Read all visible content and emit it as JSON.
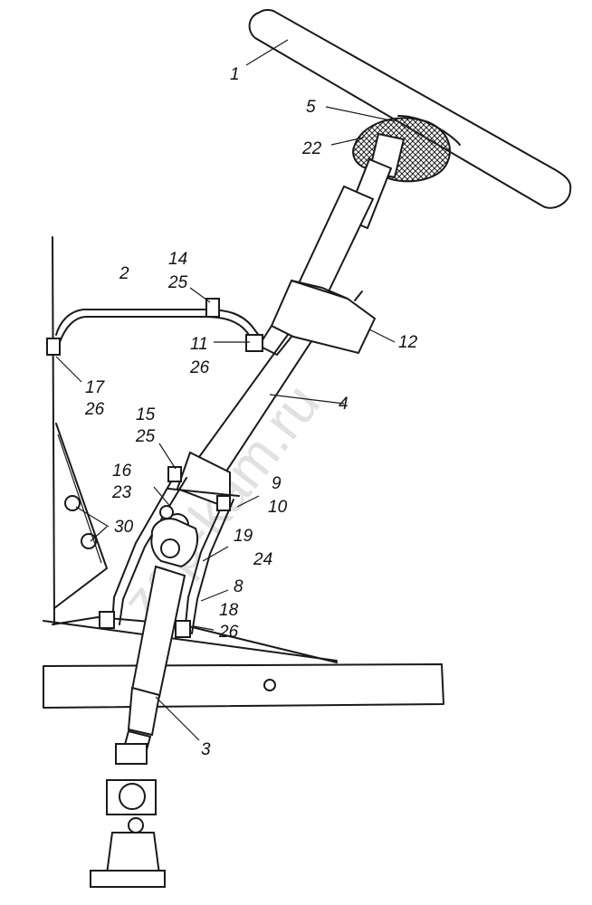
{
  "labels": {
    "l1": "1",
    "l2": "2",
    "l3": "3",
    "l4": "4",
    "l5": "5",
    "l22": "22",
    "l14": "14",
    "l25a": "25",
    "l11": "11",
    "l26a": "26",
    "l12": "12",
    "l17": "17",
    "l26b": "26",
    "l15": "15",
    "l25b": "25",
    "l16": "16",
    "l23": "23",
    "l9": "9",
    "l10": "10",
    "l30": "30",
    "l19": "19",
    "l24": "24",
    "l8": "8",
    "l18": "18",
    "l26c": "26"
  },
  "watermark": "zap-kam.ru"
}
